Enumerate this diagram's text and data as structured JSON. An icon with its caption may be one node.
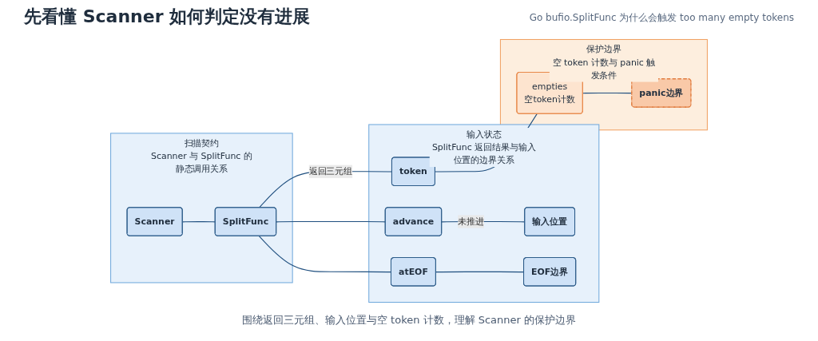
{
  "diagram": {
    "title": "先看懂 Scanner 如何判定没有进展",
    "caption": "围绕返回三元组、输入位置与空 token 计数，理解 Scanner 的保护边界",
    "labels": [
      "Go bufio.SplitFunc 为什么会触发 too many empty tokens"
    ],
    "nodes": [
      {
        "text": [
          "扫描契约",
          "Scanner 与 SplitFunc 的静态调用关系"
        ]
      },
      {
        "text": [
          "Scanner"
        ],
        "in": 0
      },
      {
        "text": [
          "SplitFunc"
        ],
        "in": 0
      },
      {
        "text": [
          "输入状态",
          "SplitFunc 返回结果与输入位置的边界关系"
        ]
      },
      {
        "text": [
          "advance"
        ],
        "in": 3
      },
      {
        "text": [
          "输入位置"
        ],
        "in": 3
      },
      {
        "text": [
          "token"
        ],
        "in": 3
      },
      {
        "text": [
          "atEOF"
        ],
        "in": 3
      },
      {
        "text": [
          "EOF边界"
        ],
        "in": 3
      },
      {
        "text": [
          "保护边界",
          "空 token 计数与 panic 触发条件"
        ]
      },
      {
        "text": [
          "empties",
          "空token计数"
        ],
        "in": 9
      },
      {
        "text": [
          "panic边界"
        ],
        "in": 9
      }
    ],
    "edges": [
      {
        "from": 1,
        "to": 2,
        "arrow": "none"
      },
      {
        "from": 2,
        "to": 4,
        "arrow": "none"
      },
      {
        "from": 2,
        "to": 6,
        "arrow": "none",
        "label": "返回三元组"
      },
      {
        "from": 2,
        "to": 7,
        "arrow": "none"
      },
      {
        "from": 4,
        "to": 5,
        "arrow": "none",
        "label": "未推进"
      },
      {
        "from": 6,
        "to": 10,
        "arrow": "none"
      },
      {
        "from": 7,
        "to": 8,
        "arrow": "none"
      },
      {
        "from": 10,
        "to": 11,
        "arrow": "none"
      }
    ]
  }
}
